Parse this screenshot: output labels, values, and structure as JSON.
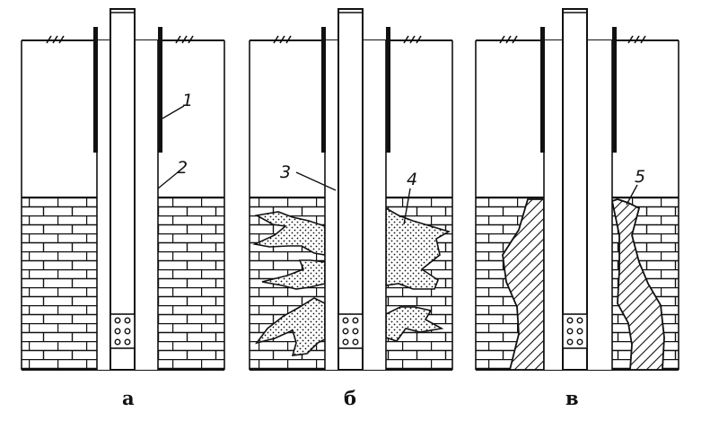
{
  "panels": [
    {
      "caption": "а",
      "callouts": [
        {
          "text": "1"
        },
        {
          "text": "2"
        }
      ]
    },
    {
      "caption": "б",
      "callouts": [
        {
          "text": "3"
        },
        {
          "text": "4"
        }
      ]
    },
    {
      "caption": "в",
      "callouts": [
        {
          "text": "5"
        }
      ]
    }
  ],
  "colors": {
    "ink": "#111111",
    "paper": "#ffffff"
  }
}
